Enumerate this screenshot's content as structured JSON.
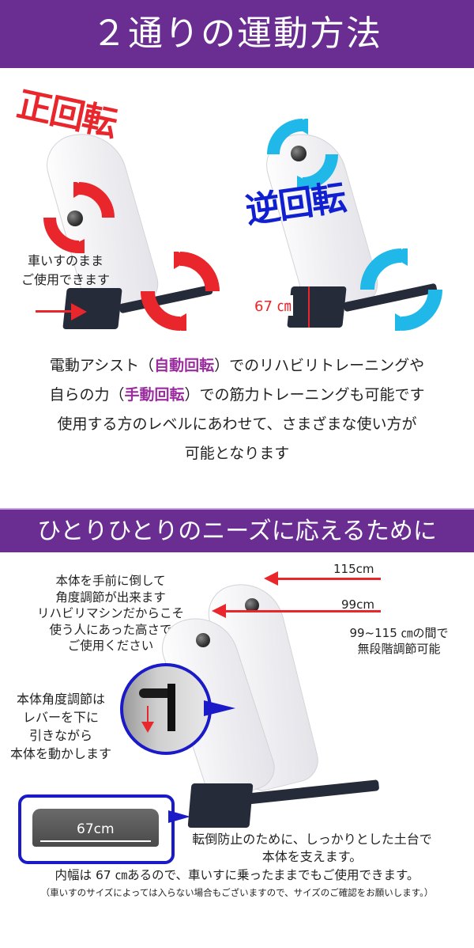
{
  "section1": {
    "title": "２通りの運動方法",
    "forward_label": "正回転",
    "reverse_label": "逆回転",
    "wheelchair_note_line1": "車いすのまま",
    "wheelchair_note_line2": "ご使用できます",
    "height_label": "67 ㎝",
    "description": {
      "line1_pre": "電動アシスト（",
      "line1_highlight": "自動回転",
      "line1_post": "）でのリハビリトレーニングや",
      "line2_pre": "自らの力（",
      "line2_highlight": "手動回転",
      "line2_post": "）での筋力トレーニングも可能です",
      "line3": "使用する方のレベルにあわせて、さまざまな使い方が",
      "line4": "可能となります"
    },
    "colors": {
      "forward": "#e8262b",
      "reverse_arrows": "#1fb8e8",
      "reverse_text": "#1020d0",
      "highlight": "#9a2c9e"
    }
  },
  "section2": {
    "title": "ひとりひとりのニーズに応えるために",
    "tilt_note": [
      "本体を手前に倒して",
      "角度調節が出来ます",
      "リハビリマシンだからこそ",
      "使う人にあった高さで",
      "ご使用ください"
    ],
    "height_max": "115cm",
    "height_min": "99cm",
    "range_note_line1": "99~115 ㎝の間で",
    "range_note_line2": "無段階調節可能",
    "lever_note": [
      "本体角度調節は",
      "レバーを下に",
      "引きながら",
      "本体を動かします"
    ],
    "base_width": "67cm",
    "base_note_line1": "転倒防止のために、しっかりとした土台で",
    "base_note_line2": "本体を支えます。",
    "inner_width_note": "内幅は 67 ㎝あるので、車いすに乗ったままでもご使用できます。",
    "disclaimer": "（車いすのサイズによっては入らない場合もございますので、サイズのご確認をお願いします。）"
  },
  "theme": {
    "banner": "#6a2d91",
    "callout_border": "#1a1ac8"
  }
}
